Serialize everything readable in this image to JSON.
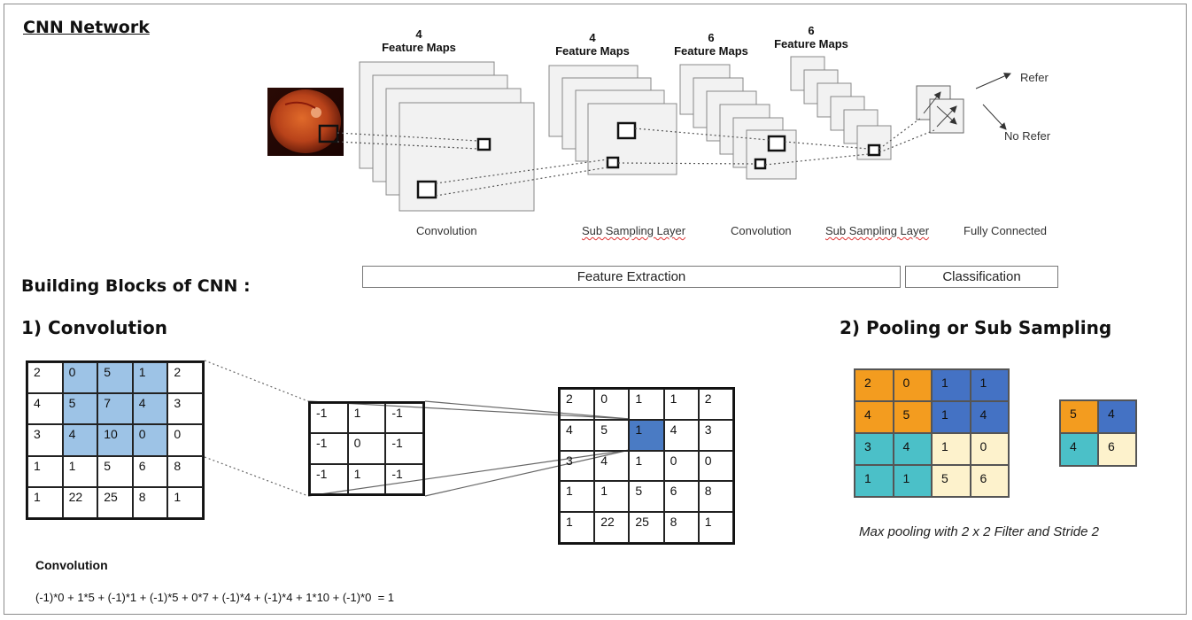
{
  "title": "CNN Network",
  "network": {
    "feature_map_labels": [
      {
        "count": "4",
        "text": "Feature Maps"
      },
      {
        "count": "4",
        "text": "Feature Maps"
      },
      {
        "count": "6",
        "text": "Feature Maps"
      },
      {
        "count": "6",
        "text": "Feature Maps"
      }
    ],
    "outputs": {
      "refer": "Refer",
      "no_refer": "No Refer"
    },
    "stages": [
      "Convolution",
      "Sub Sampling Layer",
      "Convolution",
      "Sub Sampling Layer",
      "Fully Connected"
    ],
    "groups": {
      "feature_extraction": "Feature Extraction",
      "classification": "Classification"
    }
  },
  "building_blocks_title": "Building Blocks of CNN :",
  "convolution": {
    "heading": "1) Convolution",
    "input_grid": [
      [
        "2",
        "0",
        "5",
        "1",
        "2"
      ],
      [
        "4",
        "5",
        "7",
        "4",
        "3"
      ],
      [
        "3",
        "4",
        "10",
        "0",
        "0"
      ],
      [
        "1",
        "1",
        "5",
        "6",
        "8"
      ],
      [
        "1",
        "22",
        "25",
        "8",
        "1"
      ]
    ],
    "kernel": [
      [
        "-1",
        "1",
        "-1"
      ],
      [
        "-1",
        "0",
        "-1"
      ],
      [
        "-1",
        "1",
        "-1"
      ]
    ],
    "output_grid": [
      [
        "2",
        "0",
        "1",
        "1",
        "2"
      ],
      [
        "4",
        "5",
        "1",
        "4",
        "3"
      ],
      [
        "3",
        "4",
        "1",
        "0",
        "0"
      ],
      [
        "1",
        "1",
        "5",
        "6",
        "8"
      ],
      [
        "1",
        "22",
        "25",
        "8",
        "1"
      ]
    ],
    "formula_label": "Convolution",
    "formula": "(-1)*0 + 1*5 + (-1)*1 + (-1)*5 + 0*7 + (-1)*4 + (-1)*4 + 1*10 + (-1)*0  = 1",
    "highlight_color": "#9dc3e6",
    "result_color": "#4a7bc4"
  },
  "pooling": {
    "heading": "2) Pooling or Sub Sampling",
    "input_grid": [
      [
        "2",
        "0",
        "1",
        "1"
      ],
      [
        "4",
        "5",
        "1",
        "4"
      ],
      [
        "3",
        "4",
        "1",
        "0"
      ],
      [
        "1",
        "1",
        "5",
        "6"
      ]
    ],
    "output_grid": [
      [
        "5",
        "4"
      ],
      [
        "4",
        "6"
      ]
    ],
    "caption": "Max pooling with 2 x 2 Filter and Stride 2",
    "quadrant_colors": {
      "top_left": "#f39c1f",
      "top_right": "#4472c4",
      "bottom_left": "#4bc0c8",
      "bottom_right": "#fdf2cc"
    }
  }
}
